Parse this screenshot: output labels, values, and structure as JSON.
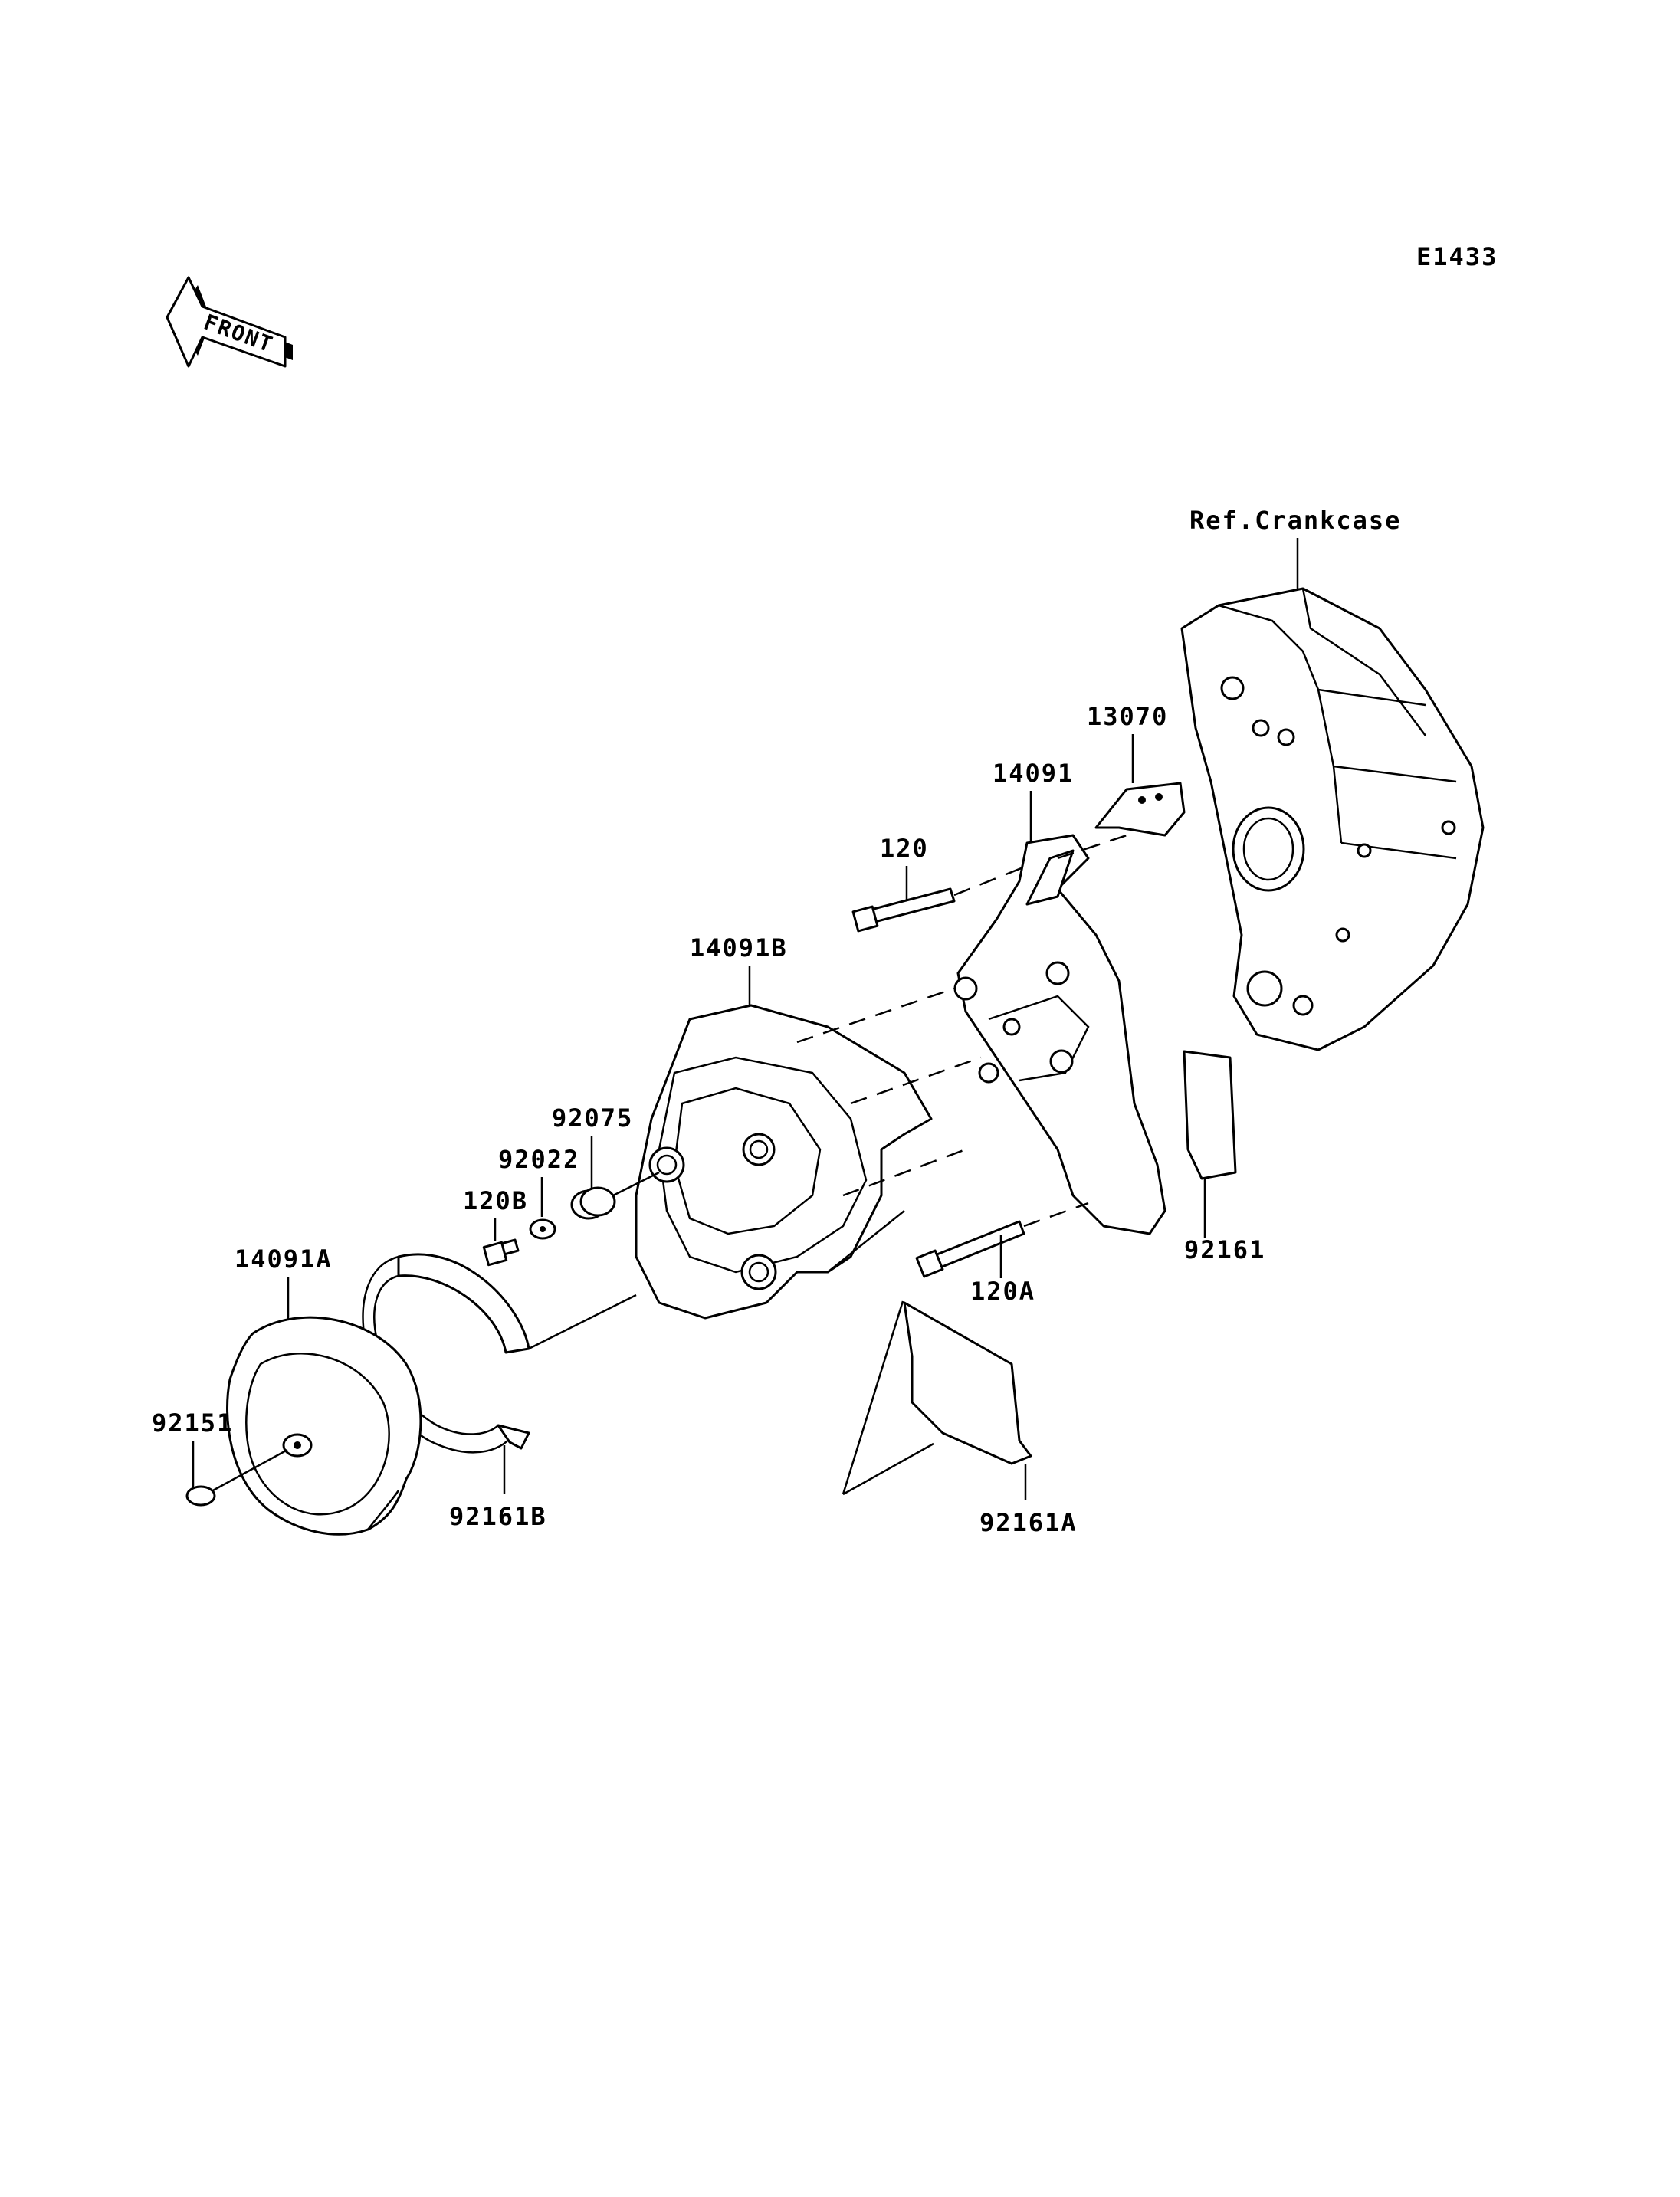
{
  "diagram_code": "E1433",
  "front_label": "FRONT",
  "reference_label": "Ref.Crankcase",
  "part_labels": {
    "p13070": "13070",
    "p14091": "14091",
    "p120": "120",
    "p14091B": "14091B",
    "p92075": "92075",
    "p92022": "92022",
    "p120B": "120B",
    "p92161": "92161",
    "p120A": "120A",
    "p14091A": "14091A",
    "p92151": "92151",
    "p92161B": "92161B",
    "p92161A": "92161A"
  }
}
